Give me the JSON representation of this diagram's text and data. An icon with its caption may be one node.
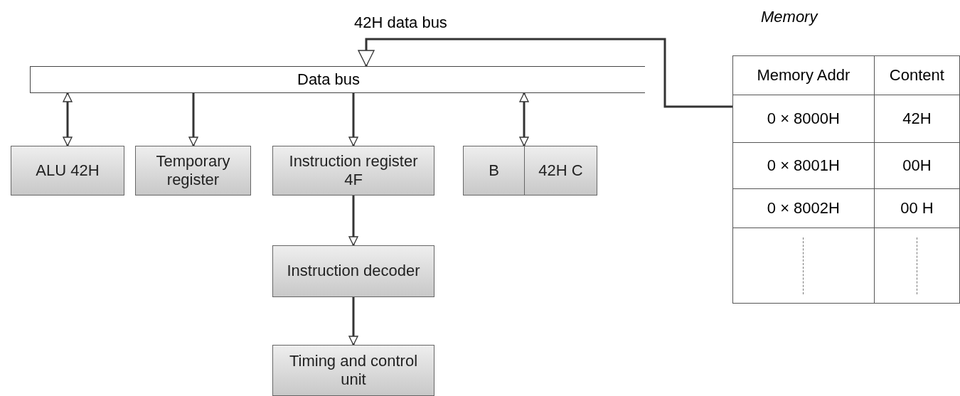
{
  "diagram": {
    "nodes": [
      {
        "text": [
          "Data bus"
        ]
      },
      {
        "text": [
          "ALU 42H"
        ]
      },
      {
        "text": [
          "Temporary register"
        ]
      },
      {
        "text": [
          "Instruction register 4F"
        ]
      },
      {
        "text": [
          "B"
        ]
      },
      {
        "text": [
          "42H C"
        ]
      },
      {
        "text": [
          "Instruction decoder"
        ]
      },
      {
        "text": [
          "Timing and control unit"
        ]
      },
      {
        "text": [
          "Memory"
        ]
      }
    ],
    "edges": [
      {
        "from": 0,
        "to": 1,
        "arrow": "both"
      },
      {
        "from": 0,
        "to": 2,
        "arrow": "to"
      },
      {
        "from": 0,
        "to": 3,
        "arrow": "to"
      },
      {
        "from": 0,
        "to": 5,
        "arrow": "both"
      },
      {
        "from": 3,
        "to": 6,
        "arrow": "to"
      },
      {
        "from": 6,
        "to": 7,
        "arrow": "to"
      },
      {
        "from": 8,
        "to": 0,
        "arrow": "to",
        "label": "42H data bus"
      }
    ],
    "labels": [
      "Memory Addr",
      "Content",
      "0 × 8000H",
      "42H",
      "0 × 8001H",
      "00H",
      "0 × 8002H",
      "00 H"
    ]
  }
}
